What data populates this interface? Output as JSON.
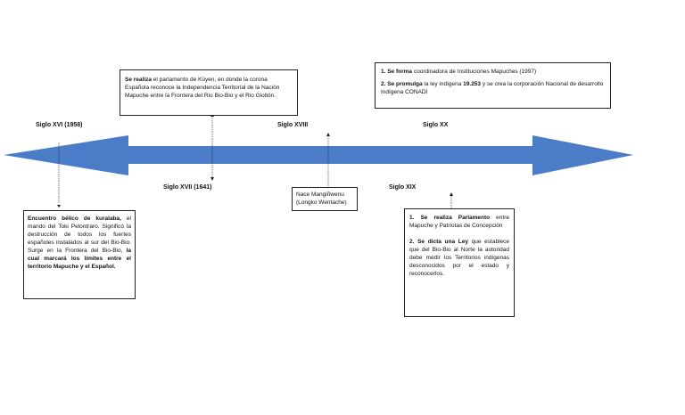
{
  "arrow": {
    "color": "#4a7cc7"
  },
  "eras": {
    "s16": "Siglo XVI (1958)",
    "s17": "Siglo XVII (1641)",
    "s18": "Siglo XVIII",
    "s19": "Siglo XIX",
    "s20": "Siglo XX"
  },
  "boxes": {
    "s16": {
      "lead": "Encuentro bélico de kuralaba,",
      "rest": " el mando del Toki Pelontraro. Significó la destrucción de todos los fuertes españoles instalados al sur del Bio-Bio. Surge en la Frontera del Bio-Bio,",
      "bold_end": " la cual marcará los límites entre el territorio Mapuche y el Español."
    },
    "s17": {
      "lead": "Se realiza",
      "rest": " el parlamento de Küyen, en donde la corona Española reconoce la Independencia Territorial de la Nación Mapuche  entre la Frontera del Rio Bio-Bio y el Rio Gioltón."
    },
    "s18": {
      "text": "Nace      Mangiñwenu (Longko Wentache)"
    },
    "s19": {
      "item1_lead": "1. Se realiza Parlamento",
      "item1_rest": " entre Mapuche y Patriotas de Concepción",
      "item2_lead": "2. Se dicta una Ley",
      "item2_rest": " que establece que del Bio-Bio al Norte la autoridad debe medir los Territorios indígenas desconocidos por el estado y reconocerlos."
    },
    "s20": {
      "item1_lead": "1. Se forma",
      "item1_rest": " coordinadora de Instituciones Mapuches (1997)",
      "item2_lead": "2. Se promulga",
      "item2_mid": " la ley indígena ",
      "item2_num": "19.253",
      "item2_rest": " y se crea la corporación Nacional de desarrollo Indígena CONADI"
    }
  }
}
